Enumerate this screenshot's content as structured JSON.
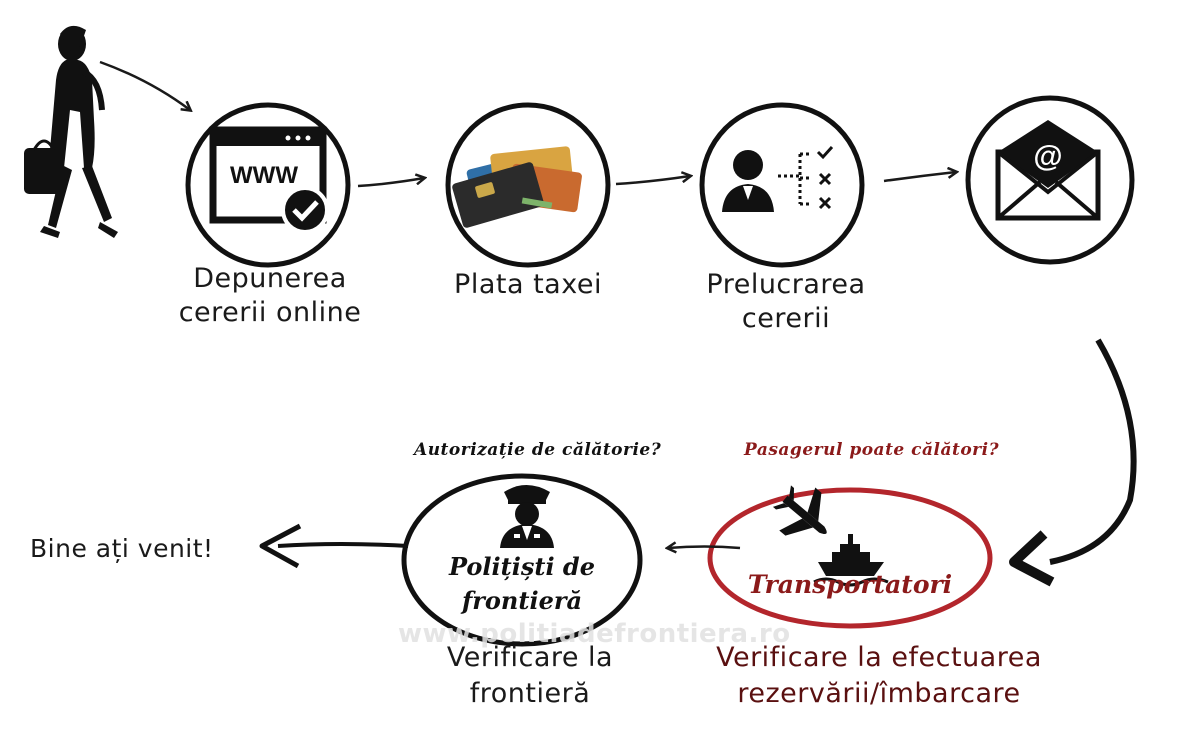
{
  "steps": [
    {
      "id": "submit",
      "label_lines": [
        "Depunerea",
        "cererii online"
      ],
      "icon": "www-browser-check-icon",
      "icon_text": "WWW"
    },
    {
      "id": "payment",
      "label_lines": [
        "Plata taxei"
      ],
      "icon": "credit-cards-icon"
    },
    {
      "id": "processing",
      "label_lines": [
        "Prelucrarea",
        "cererii"
      ],
      "icon": "person-checklist-icon"
    },
    {
      "id": "email",
      "label_lines": [],
      "icon": "email-envelope-icon",
      "icon_text": "@"
    }
  ],
  "carriers": {
    "question": "Pasagerul poate călători?",
    "title": "Transportatori",
    "label_lines": [
      "Verificare la efectuarea",
      "rezervării/îmbarcare"
    ],
    "icons": [
      "airplane-icon",
      "ship-icon"
    ]
  },
  "border": {
    "question": "Autorizație de călătorie?",
    "title_lines": [
      "Polițiști de",
      "frontieră"
    ],
    "label_lines": [
      "Verificare la",
      "frontieră"
    ],
    "icon": "police-officer-icon"
  },
  "welcome": "Bine ați venit!",
  "watermark": "www.politiadefrontiera.ro",
  "traveler_icon": "traveler-woman-icon",
  "colors": {
    "ink": "#1a1a1a",
    "carrier_red": "#8b1a1a",
    "carrier_ring": "#b3262c"
  }
}
